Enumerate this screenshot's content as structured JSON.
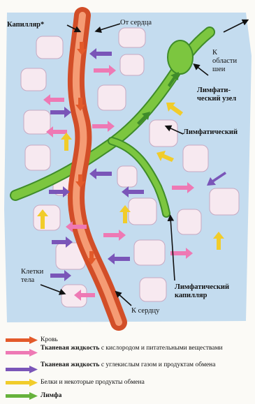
{
  "colors": {
    "background": "#c4dcef",
    "capillary": "#e0643b",
    "capillary_core": "#f59b74",
    "lymph": "#7cc63f",
    "lymph_dark": "#3f8c2a",
    "cell": "#f7e9f0",
    "cell_edge": "#c7a9c2",
    "arrow_blood": "#e35a2a",
    "arrow_pink": "#ee79b4",
    "arrow_purple": "#7a55b8",
    "arrow_yellow": "#f1cc2a",
    "arrow_green": "#66b23c"
  },
  "labels": {
    "capillary": "Капилляр*",
    "from_heart": "От сердца",
    "neck": "К\nобласти\nшеи",
    "lymph_node": "Лимфати-\nческий узел",
    "lymph_vessel": "Лимфатический",
    "lymph_capillary": "Лимфатический\nкапилляр",
    "body_cells": "Клетки\nтела",
    "to_heart": "К сердцу"
  },
  "legend": [
    {
      "bold": "",
      "text": "Кровь",
      "swatch": "blood-arrow-icon",
      "color": "#e35a2a"
    },
    {
      "bold": "Тканевая жидкость",
      "text": " с кислородом и питательными веществами",
      "swatch": "pink-arrow-icon",
      "color": "#ee79b4"
    },
    {
      "bold": "Тканевая жидкость",
      "text": " с углекислым газом и продуктам обмена",
      "swatch": "purple-arrow-icon",
      "color": "#7a55b8"
    },
    {
      "bold": "",
      "text": "Белки и некоторые продукты обмена",
      "swatch": "yellow-arrow-icon",
      "color": "#f1cc2a"
    },
    {
      "bold": "",
      "text": "Лимфа",
      "swatch": "green-arrow-icon",
      "color": "#66b23c"
    }
  ]
}
